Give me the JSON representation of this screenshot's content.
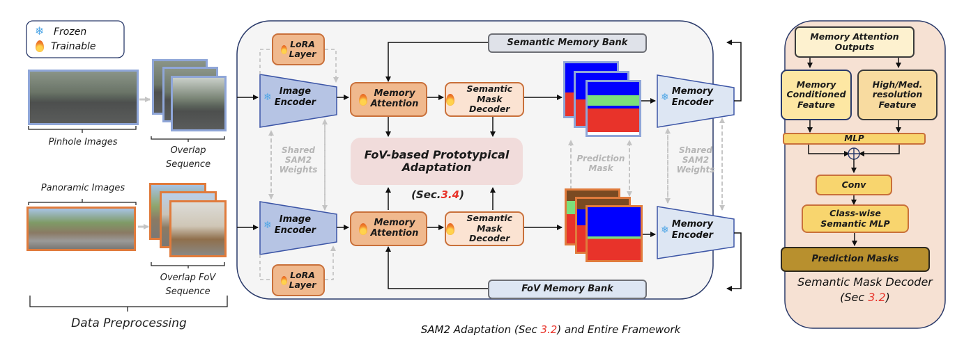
{
  "legend": {
    "frozen_label": "Frozen",
    "trainable_label": "Trainable",
    "frozen_icon": "snowflake-icon",
    "trainable_icon": "flame-icon"
  },
  "preprocessing": {
    "pinhole_label": "Pinhole Images",
    "overlap_seq_line1": "Overlap",
    "overlap_seq_line2": "Sequence",
    "panoramic_label": "Panoramic Images",
    "overlap_fov_line1": "Overlap FoV",
    "overlap_fov_line2": "Sequence",
    "section_title": "Data Preprocessing"
  },
  "framework": {
    "lora_line1": "LoRA",
    "lora_line2": "Layer",
    "image_encoder_line1": "Image",
    "image_encoder_line2": "Encoder",
    "memory_attention_line1": "Memory",
    "memory_attention_line2": "Attention",
    "semantic_decoder_line1": "Semantic",
    "semantic_decoder_line2": "Mask Decoder",
    "memory_encoder_line1": "Memory",
    "memory_encoder_line2": "Encoder",
    "semantic_memory_bank": "Semantic Memory Bank",
    "fov_memory_bank": "FoV Memory Bank",
    "fov_adaptation_line1": "FoV-based Prototypical",
    "fov_adaptation_line2": "Adaptation",
    "sec34_prefix": "(Sec.",
    "sec34_ref": "3.4",
    "sec34_suffix": ")",
    "shared_line1": "Shared",
    "shared_line2": "SAM2",
    "shared_line3": "Weights",
    "prediction_line1": "Prediction",
    "prediction_line2": "Mask",
    "caption_prefix": "SAM2 Adaptation (Sec ",
    "caption_ref": "3.2",
    "caption_suffix": ") and Entire Framework"
  },
  "decoder": {
    "mem_attn_outputs_line1": "Memory Attention",
    "mem_attn_outputs_line2": "Outputs",
    "mem_cond_line1": "Memory",
    "mem_cond_line2": "Conditioned",
    "mem_cond_line3": "Feature",
    "highres_line1": "High/Med.",
    "highres_line2": "resolution",
    "highres_line3": "Feature",
    "mlp": "MLP",
    "conv": "Conv",
    "classwise_line1": "Class-wise",
    "classwise_line2": "Semantic MLP",
    "prediction_masks": "Prediction Masks",
    "title": "Semantic Mask Decoder",
    "sec_prefix": "(Sec ",
    "sec_ref": "3.2",
    "sec_suffix": ")"
  },
  "colors": {
    "pinhole_border": "#8fa6d8",
    "panoramic_border": "#e07b3c",
    "section_ref_red": "#e8332a",
    "framework_bg": "#f5f5f5",
    "decoder_bg": "#f6e1d3"
  }
}
